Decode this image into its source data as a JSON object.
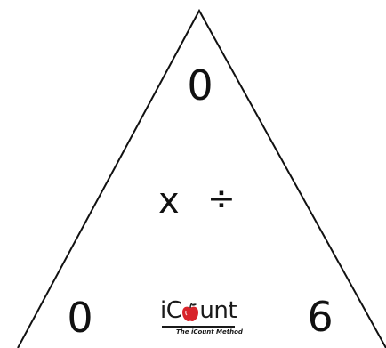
{
  "triangle": {
    "top_number": "0",
    "left_number": "0",
    "right_number": "6",
    "times_symbol": "x",
    "divide_symbol": "÷"
  },
  "logo": {
    "word_prefix": "iC",
    "word_suffix": "unt",
    "tagline": "The iCount Method",
    "apple_color": "#d8232a",
    "leaf_color": "#1a1a1a"
  }
}
